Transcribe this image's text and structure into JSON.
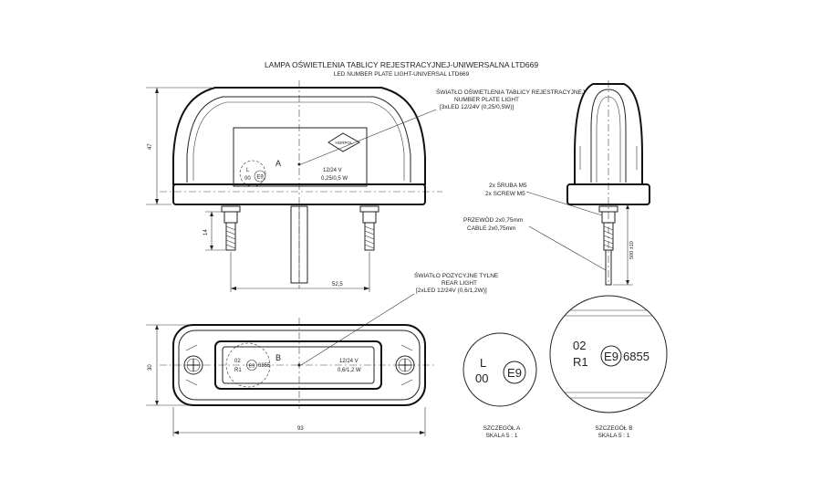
{
  "title": {
    "line1": "LAMPA OŚWIETLENIA TABLICY REJESTRACYJNEJ-UNIWERSALNA LTD669",
    "line2": "LED NUMBER PLATE LIGHT-UNIVERSAL LTD669"
  },
  "callouts": {
    "plate_light": [
      "ŚWIATŁO OŚWIETLENIA TABLICY REJESTRACYJNEJ",
      "NUMBER PLATE LIGHT",
      "[3xLED 12/24V (0,25/0,5W)]"
    ],
    "screw": [
      "2x ŚRUBA M5",
      "2x SCREW M5"
    ],
    "cable": [
      "PRZEWÓD 2x0,75mm",
      "CABLE 2x0,75mm"
    ],
    "rear_light": [
      "ŚWIATŁO POZYCYJNE TYLNE",
      "REAR LIGHT",
      "[2xLED 12/24V (0,6/1,2W)]"
    ]
  },
  "front_view": {
    "brand": "HORPOL",
    "mark_a": "A",
    "l_code": "L",
    "zero_code": "00",
    "e_mark": "E9",
    "volt": "12/24 V",
    "watt": "0,25/0,5 W"
  },
  "bottom_view": {
    "mark_b": "B",
    "code_02": "02",
    "code_r1": "R1",
    "e_mark": "E9",
    "approval": "6855",
    "volt": "12/24 V",
    "watt": "0,6/1,2 W"
  },
  "dimensions": {
    "height": "47",
    "stud": "14",
    "spacing": "52,5",
    "width": "93",
    "depth": "30",
    "cable_len": "500 ±10"
  },
  "detail_a": {
    "l": "L",
    "zero": "00",
    "e": "E9",
    "caption1": "SZCZEGÓŁ A",
    "caption2": "SKALA 5 : 1"
  },
  "detail_b": {
    "c02": "02",
    "r1": "R1",
    "e": "E9",
    "num": "6855",
    "caption1": "SZCZEGÓŁ B",
    "caption2": "SKALA 5 : 1"
  }
}
